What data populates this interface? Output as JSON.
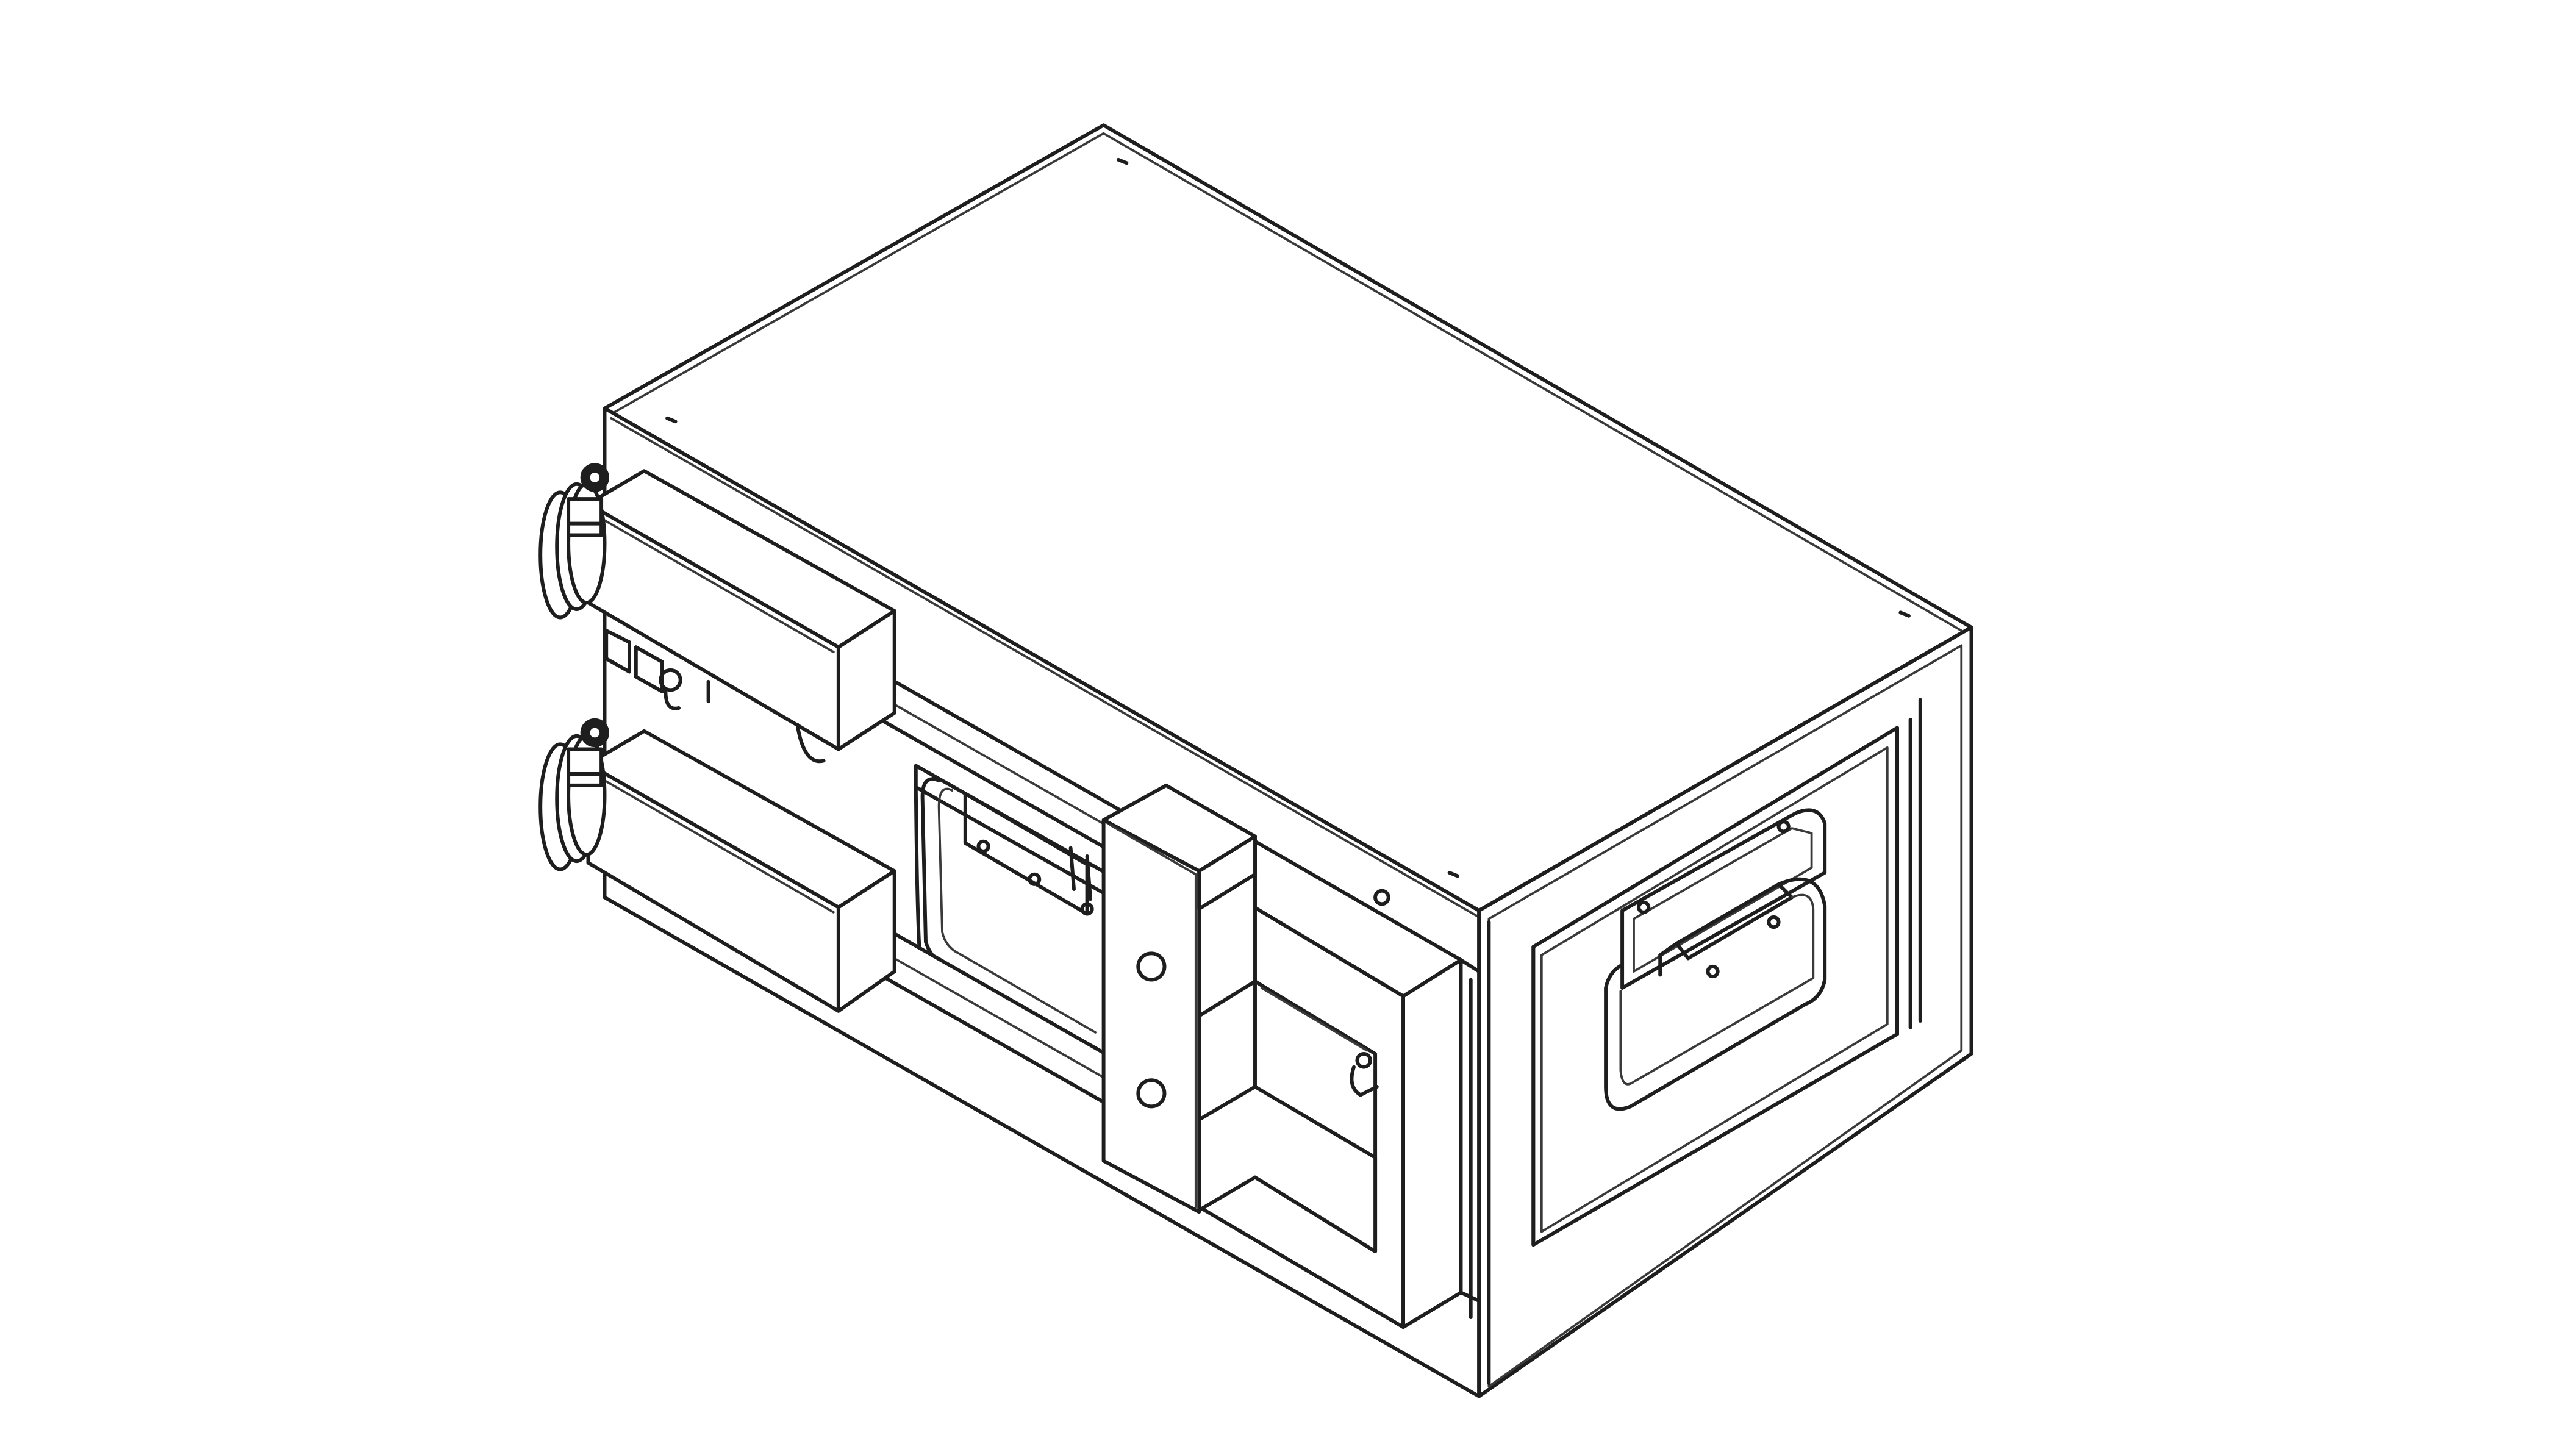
{
  "drawing": {
    "style": "isometric-line-drawing",
    "line_color": "#1e1e1e",
    "background": "#ffffff",
    "components": [
      {
        "name": "storage-case"
      },
      {
        "name": "case-lid"
      },
      {
        "name": "front-face-panel"
      },
      {
        "name": "front-carry-handle"
      },
      {
        "name": "side-carry-handle"
      },
      {
        "name": "caster-wheel",
        "count": 2
      },
      {
        "name": "caster-mount-block",
        "count": 2
      },
      {
        "name": "guide-rod",
        "count": 2
      },
      {
        "name": "rod-clamp-block"
      },
      {
        "name": "rectangular-frame"
      }
    ]
  }
}
